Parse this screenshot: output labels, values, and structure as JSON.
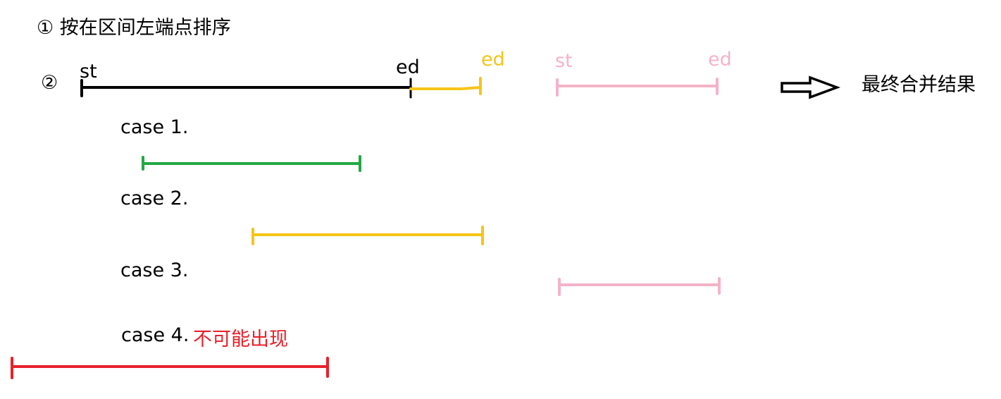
{
  "step1_label": "① 按在区间左端点排序",
  "step2_marker": "②",
  "labels": {
    "st_main": "st",
    "ed_main": "ed",
    "ed_yellow": "ed",
    "st_pink": "st",
    "ed_pink": "ed"
  },
  "result_label": "最终合并结果",
  "cases": [
    {
      "label": "case 1.",
      "note": ""
    },
    {
      "label": "case 2.",
      "note": ""
    },
    {
      "label": "case 3.",
      "note": ""
    },
    {
      "label": "case 4.",
      "note": "不可能出现"
    }
  ],
  "colors": {
    "black": "#000000",
    "yellow": "#f5c518",
    "pink": "#f5b3c8",
    "green": "#22a843",
    "red": "#e8202a"
  }
}
